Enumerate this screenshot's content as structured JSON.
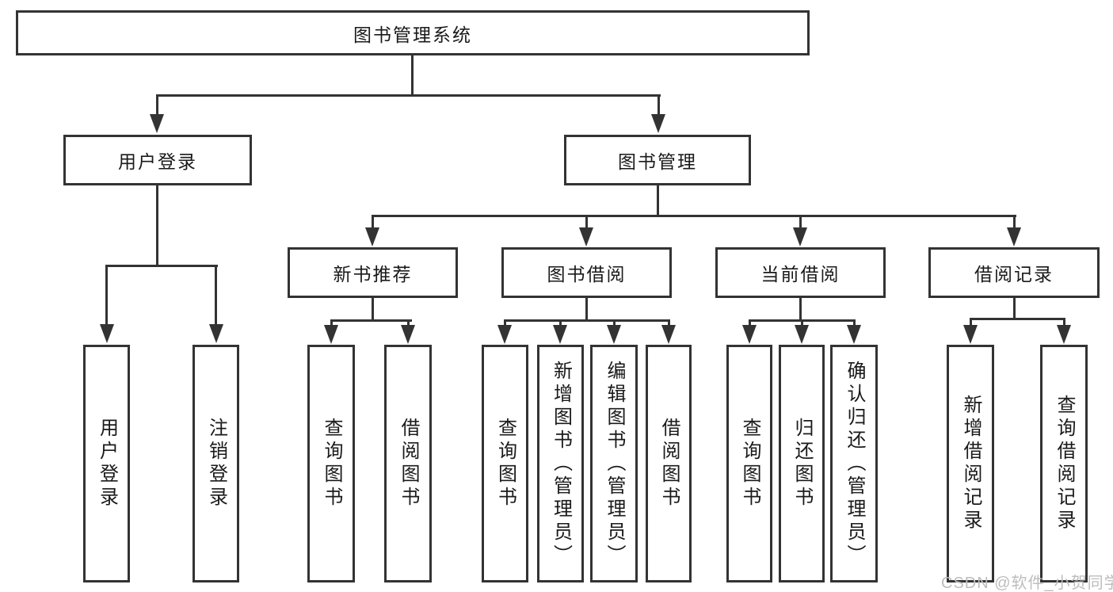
{
  "diagram": {
    "title": "图书管理系统",
    "user_login": {
      "label": "用户登录",
      "children": [
        "用户登录",
        "注销登录"
      ]
    },
    "book_management": {
      "label": "图书管理",
      "sections": [
        {
          "label": "新书推荐",
          "children": [
            "查询图书",
            "借阅图书"
          ]
        },
        {
          "label": "图书借阅",
          "children": [
            "查询图书",
            "新增图书（管理员）",
            "编辑图书（管理员）",
            "借阅图书"
          ]
        },
        {
          "label": "当前借阅",
          "children": [
            "查询图书",
            "归还图书",
            "确认归还（管理员）"
          ]
        },
        {
          "label": "借阅记录",
          "children": [
            "新增借阅记录",
            "查询借阅记录"
          ]
        }
      ]
    }
  },
  "watermark": "CSDN @软件_小贺同学",
  "colors": {
    "line": "#333333",
    "text": "#1a1a1a",
    "watermark": "#bdbdbd",
    "background": "#ffffff"
  }
}
